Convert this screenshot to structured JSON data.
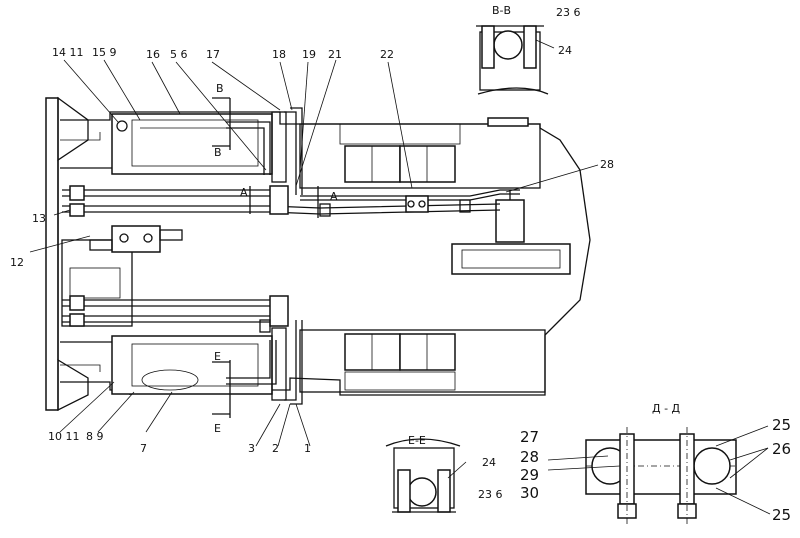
{
  "section_titles": {
    "bb": "В-В",
    "ee": "Е-Е",
    "dd": "Д - Д"
  },
  "section_marks": {
    "b": "В",
    "a": "А",
    "e": "Е"
  },
  "callouts": {
    "c1": "1",
    "c2": "2",
    "c3": "3",
    "c5_6": "5 6",
    "c7": "7",
    "c8_9": "8 9",
    "c10_11": "10 11",
    "c12": "12",
    "c13": "13",
    "c14_11": "14 11",
    "c15_9": "15 9",
    "c16": "16",
    "c17": "17",
    "c18": "18",
    "c19": "19",
    "c21": "21",
    "c22": "22",
    "c28": "28",
    "bb_23_6": "23 6",
    "bb_24": "24",
    "ee_24": "24",
    "ee_23_6": "23 6",
    "dd_27": "27",
    "dd_28": "28",
    "dd_29": "29",
    "dd_30": "30",
    "dd_25_top": "25",
    "dd_26": "26",
    "dd_25_bottom": "25"
  }
}
